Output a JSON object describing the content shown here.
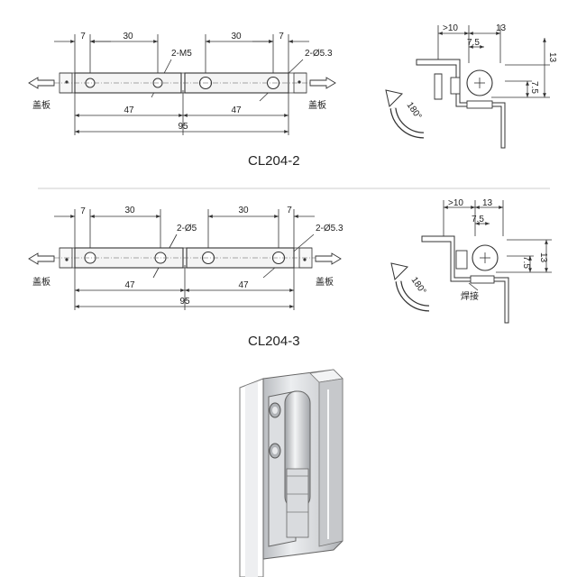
{
  "models": [
    {
      "name": "CL204-2",
      "dims": {
        "edge_left": "7",
        "pitch_left": "30",
        "pitch_right": "30",
        "edge_right": "7",
        "half_left": "47",
        "half_right": "47",
        "overall": "95"
      },
      "hole_labels": {
        "threaded": "2-M5",
        "through": "2-Ø5.3"
      },
      "side_labels": {
        "left": "盖板",
        "right": "盖板"
      },
      "side_view": {
        "offset": ">10",
        "width": "13",
        "hinge_width": "7.5",
        "height": "13",
        "hinge_height": "7.5",
        "rotation": "180°",
        "note": ""
      }
    },
    {
      "name": "CL204-3",
      "dims": {
        "edge_left": "7",
        "pitch_left": "30",
        "pitch_right": "30",
        "edge_right": "7",
        "half_left": "47",
        "half_right": "47",
        "overall": "95"
      },
      "hole_labels": {
        "threaded": "2-Ø5",
        "through": "2-Ø5.3"
      },
      "side_labels": {
        "left": "盖板",
        "right": "盖板"
      },
      "side_view": {
        "offset": ">10",
        "width": "13",
        "hinge_width": "7.5",
        "height": "13",
        "hinge_height": "7.5",
        "rotation": "180°",
        "note": "焊接"
      }
    }
  ],
  "colors": {
    "line": "#333333",
    "metal_light": "#e6e7e9",
    "metal_mid": "#c7c9cc",
    "metal_dark": "#9a9da1"
  }
}
